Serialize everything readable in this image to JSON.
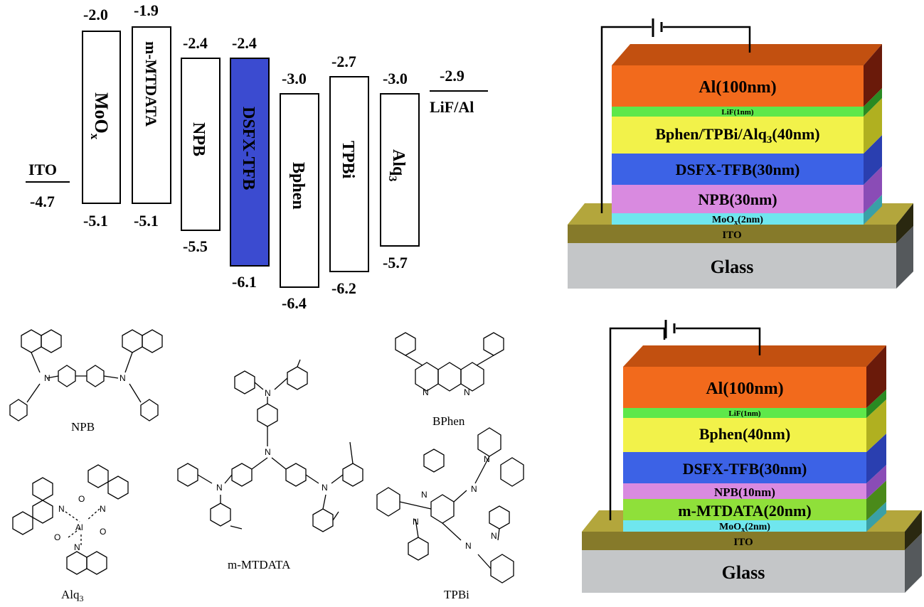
{
  "energy_diagram": {
    "ito": {
      "label": "ITO",
      "value": "-4.7"
    },
    "lif": {
      "label": "LiF/Al",
      "value": "-2.9"
    },
    "layers": [
      {
        "name": "MoOx",
        "lumo": "-2.0",
        "homo": "-5.1"
      },
      {
        "name": "m-MTDATA",
        "lumo": "-1.9",
        "homo": "-5.1"
      },
      {
        "name": "NPB",
        "lumo": "-2.4",
        "homo": "-5.5"
      },
      {
        "name": "DSFX-TFB",
        "lumo": "-2.4",
        "homo": "-6.1"
      },
      {
        "name": "Bphen",
        "lumo": "-3.0",
        "homo": "-6.4"
      },
      {
        "name": "TPBi",
        "lumo": "-2.7",
        "homo": "-6.2"
      },
      {
        "name": "Alq3",
        "lumo": "-3.0",
        "homo": "-5.7"
      }
    ]
  },
  "device1": {
    "layers": [
      "Al(100nm)",
      "LiF(1nm)",
      "Bphen/TPBi/Alq3(40nm)",
      "DSFX-TFB(30nm)",
      "NPB(30nm)",
      "MoOx(2nm)",
      "ITO",
      "Glass"
    ]
  },
  "device2": {
    "layers": [
      "Al(100nm)",
      "LiF(1nm)",
      "Bphen(40nm)",
      "DSFX-TFB(30nm)",
      "NPB(10nm)",
      "m-MTDATA(20nm)",
      "MoOx(2nm)",
      "ITO",
      "Glass"
    ]
  },
  "molecules": {
    "npb": "NPB",
    "bphen": "BPhen",
    "mmtdata": "m-MTDATA",
    "alq3": "Alq3",
    "tpbi": "TPBi",
    "atom_n": "N",
    "atom_o": "O",
    "atom_al": "Al"
  },
  "colors": {
    "dsfx": "#3b4bd0",
    "al": "#f26a1c",
    "lif": "#5ee84a",
    "bphen": "#f2f24a",
    "dsfx_layer": "#3c62e6",
    "npb": "#d98ae0",
    "moox": "#6fe6ee",
    "ito": "#867a2a",
    "glass": "#c4c6c8",
    "mmtdata": "#8fe03a"
  }
}
